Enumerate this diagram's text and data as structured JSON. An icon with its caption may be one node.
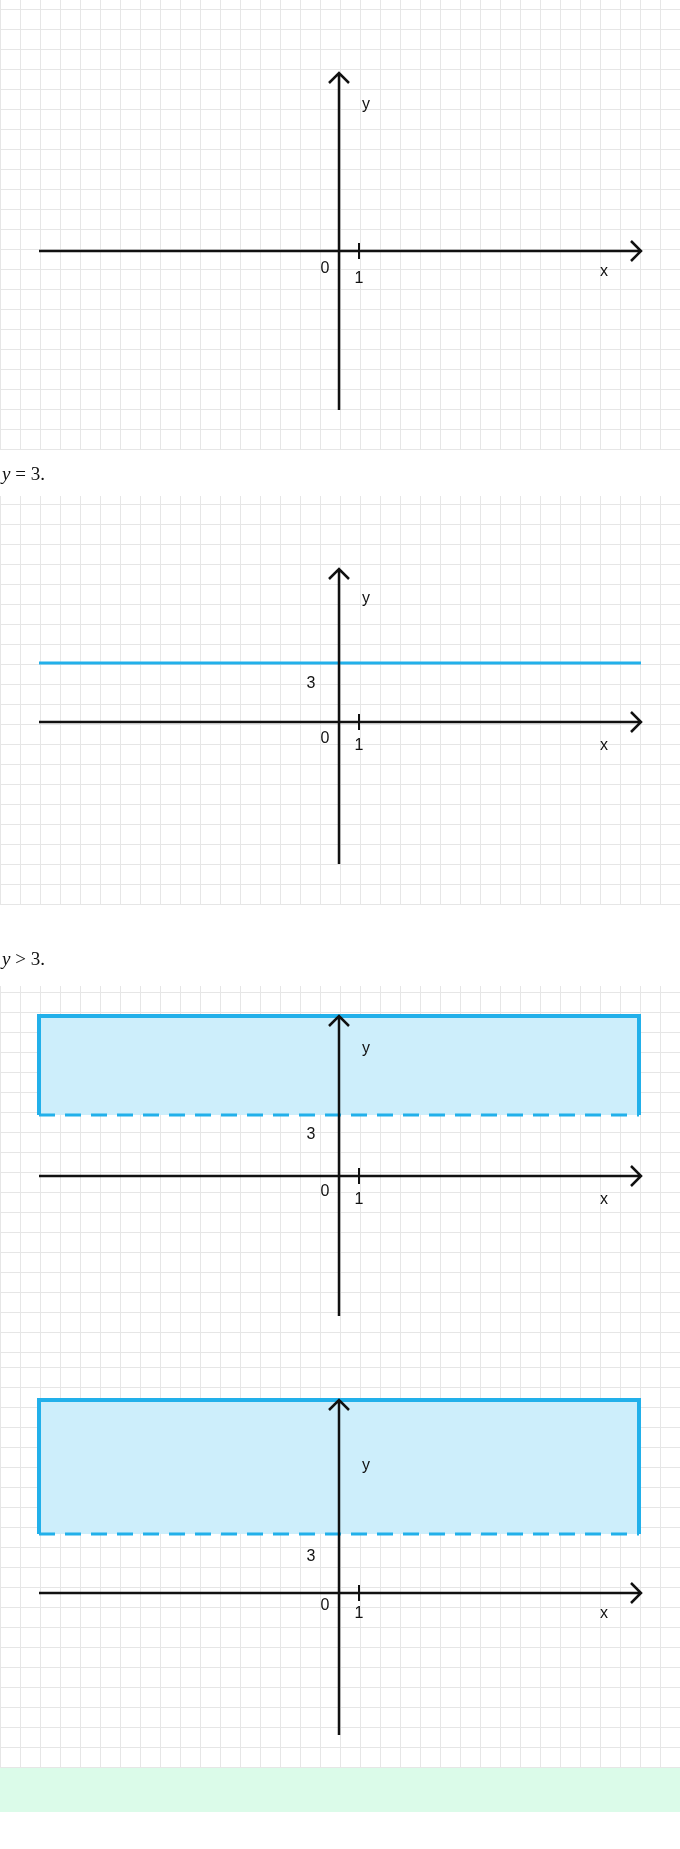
{
  "diagram": {
    "labels": [
      "y",
      "0",
      "1",
      "x",
      "*y* = 3.",
      "y",
      "3",
      "0",
      "1",
      "x",
      "*y* > 3.",
      "y",
      "3",
      "0",
      "1",
      "x",
      "y",
      "3",
      "0",
      "1",
      "x"
    ]
  }
}
